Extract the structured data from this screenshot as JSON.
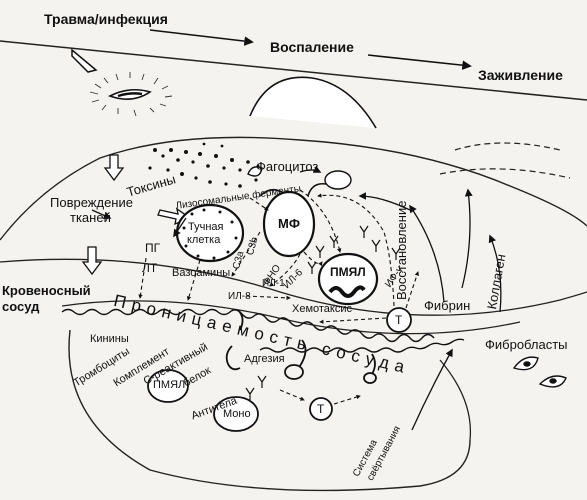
{
  "stages": {
    "trauma": "Травма/инфекция",
    "inflammation": "Воспаление",
    "healing": "Заживление"
  },
  "labels": {
    "toxins": "Токсины",
    "phagocytosis": "Фагоцитоз",
    "tissue_damage_1": "Повреждение",
    "tissue_damage_2": "тканей",
    "lysosomal_enzymes": "Лизосомальные ферменты",
    "mast_cell_1": "Тучная",
    "mast_cell_2": "клетка",
    "macrophage": "МФ",
    "recovery": "Восстановление",
    "pg": "ПГ",
    "lt": "ЛТ",
    "vasoamines": "Вазоамины",
    "c3a": "С3а",
    "c3b": "С3b",
    "fno": "ФНО",
    "il6": "ИЛ-6",
    "il1": "ИЛ-1",
    "il8": "ИЛ-8",
    "pmn_top": "ПМЯЛ",
    "ifg": "ИФ-γ",
    "chemotaxis": "Хемотаксис",
    "t_cell": "Т",
    "fibrin": "Фибрин",
    "collagen": "Коллаген",
    "fibroblasts": "Фибробласты",
    "blood_vessel_1": "Кровеносный",
    "blood_vessel_2": "сосуд",
    "permeability": "Проницаемость сосуда",
    "kinins": "Кинины",
    "thrombocytes": "Тромбоциты",
    "complement": "Комплемент",
    "c_reactive_1": "С-реактивный",
    "c_reactive_2": "белок",
    "adhesion": "Адгезия",
    "pmn_bottom": "ПМЯЛ",
    "antibodies": "Антитела",
    "mono": "Моно",
    "t_cell_bottom": "Т",
    "coagulation_1": "Система",
    "coagulation_2": "свёртывания"
  }
}
